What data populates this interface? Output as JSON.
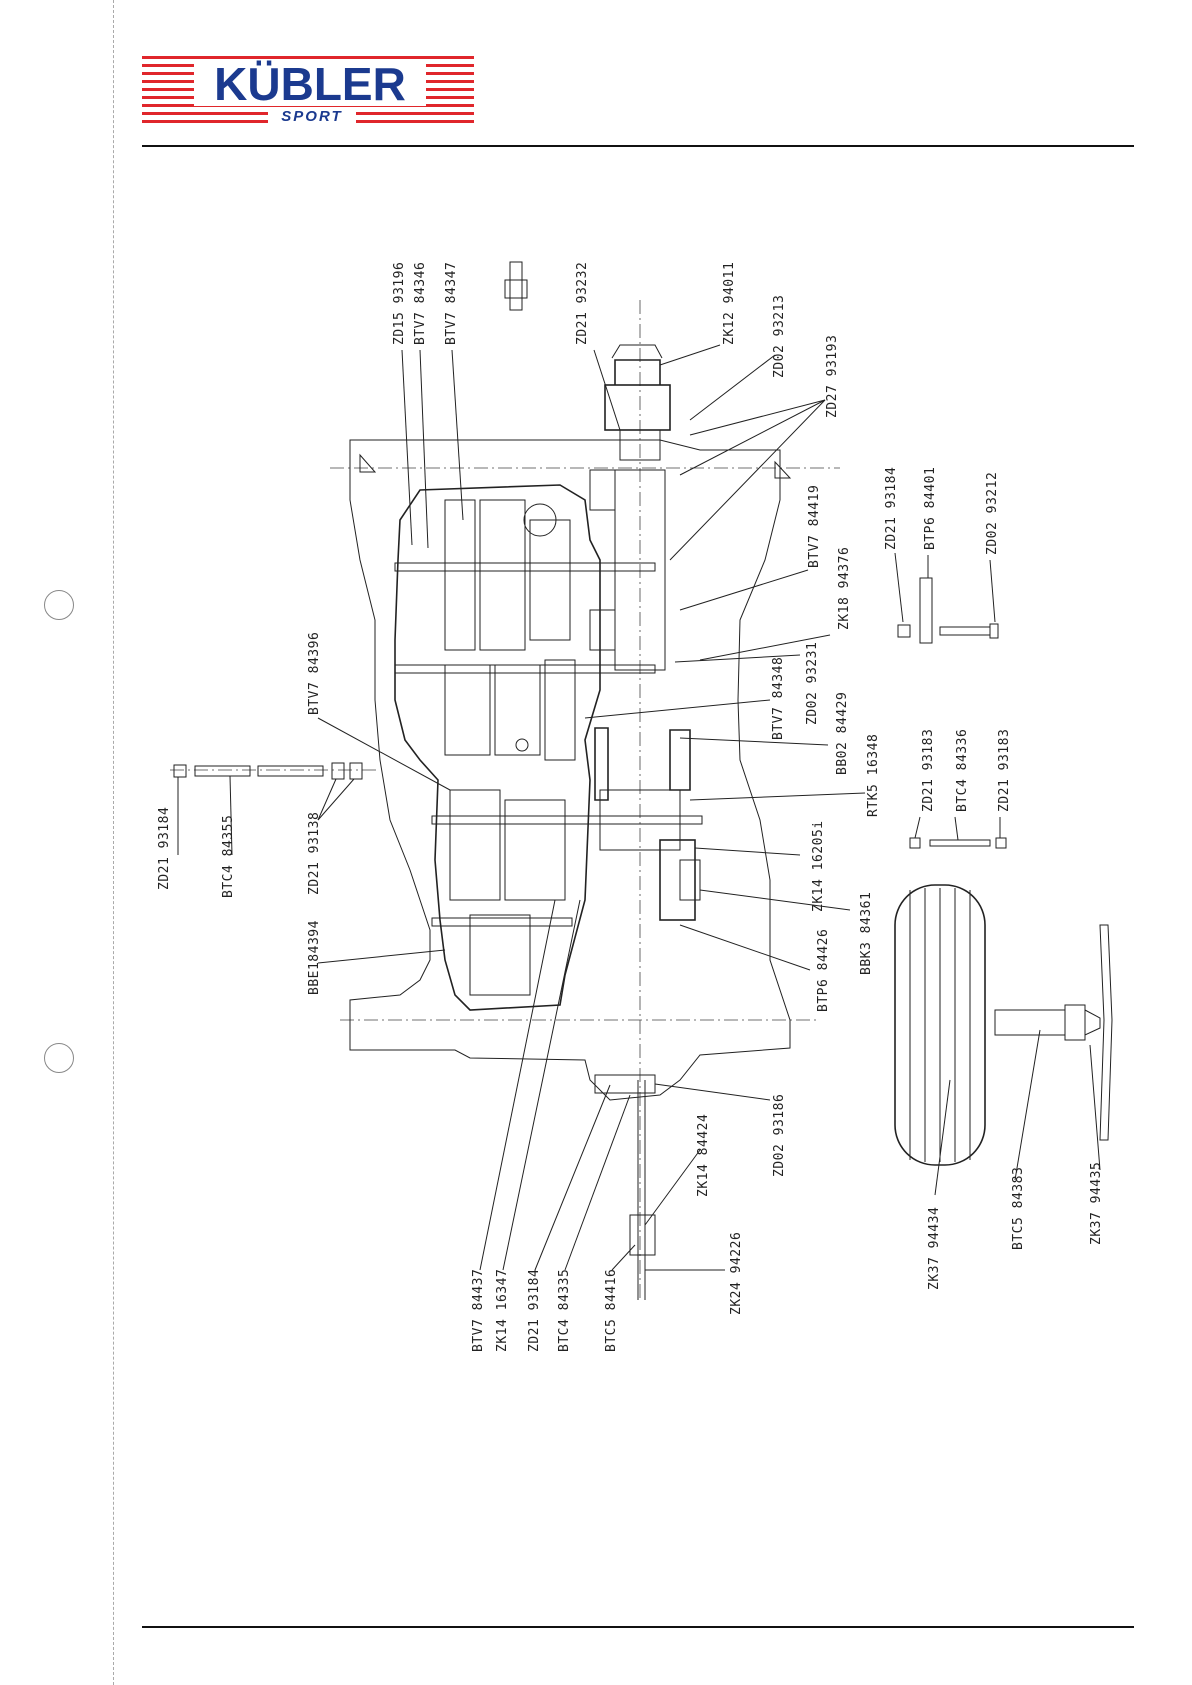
{
  "brand": {
    "name": "KÜBLER",
    "tagline": "SPORT",
    "primary_color": "#1b3a8f",
    "stripe_color": "#e0262b"
  },
  "parts": [
    {
      "id": "p01",
      "label": "ZD15 93196"
    },
    {
      "id": "p02",
      "label": "BTV7 84346"
    },
    {
      "id": "p03",
      "label": "BTV7 84347"
    },
    {
      "id": "p04",
      "label": "ZD21 93232"
    },
    {
      "id": "p05",
      "label": "ZK12 94011"
    },
    {
      "id": "p06",
      "label": "ZD02 93213"
    },
    {
      "id": "p07",
      "label": "ZD27 93193"
    },
    {
      "id": "p08",
      "label": "BTV7 84419"
    },
    {
      "id": "p09",
      "label": "ZK18 94376"
    },
    {
      "id": "p10",
      "label": "ZD21 93184"
    },
    {
      "id": "p11",
      "label": "BTP6 84401"
    },
    {
      "id": "p12",
      "label": "ZD02 93212"
    },
    {
      "id": "p13",
      "label": "BTV7 84396"
    },
    {
      "id": "p14",
      "label": "ZD02 93231"
    },
    {
      "id": "p15",
      "label": "BTV7 84348"
    },
    {
      "id": "p16",
      "label": "BB02 84429"
    },
    {
      "id": "p17",
      "label": "RTK5 16348"
    },
    {
      "id": "p18",
      "label": "ZD21 93183"
    },
    {
      "id": "p19",
      "label": "BTC4 84336"
    },
    {
      "id": "p20",
      "label": "ZD21 93183"
    },
    {
      "id": "p21",
      "label": "ZD21 93184"
    },
    {
      "id": "p22",
      "label": "BTC4 84355"
    },
    {
      "id": "p23",
      "label": "ZD21 93138"
    },
    {
      "id": "p24",
      "label": "ZK14 16205i"
    },
    {
      "id": "p25",
      "label": "BBK3 84361"
    },
    {
      "id": "p26",
      "label": "BTP6 84426"
    },
    {
      "id": "p27",
      "label": "BBE184394"
    },
    {
      "id": "p28",
      "label": "ZD02 93186"
    },
    {
      "id": "p29",
      "label": "ZK14 84424"
    },
    {
      "id": "p30",
      "label": "ZK24 94226"
    },
    {
      "id": "p31",
      "label": "BTV7 84437"
    },
    {
      "id": "p32",
      "label": "ZK14 16347"
    },
    {
      "id": "p33",
      "label": "ZD21 93184"
    },
    {
      "id": "p34",
      "label": "BTC4 84335"
    },
    {
      "id": "p35",
      "label": "BTC5 84416"
    },
    {
      "id": "p36",
      "label": "ZK37 94434"
    },
    {
      "id": "p37",
      "label": "BTC5 84383"
    },
    {
      "id": "p38",
      "label": "ZK37 94435"
    }
  ]
}
